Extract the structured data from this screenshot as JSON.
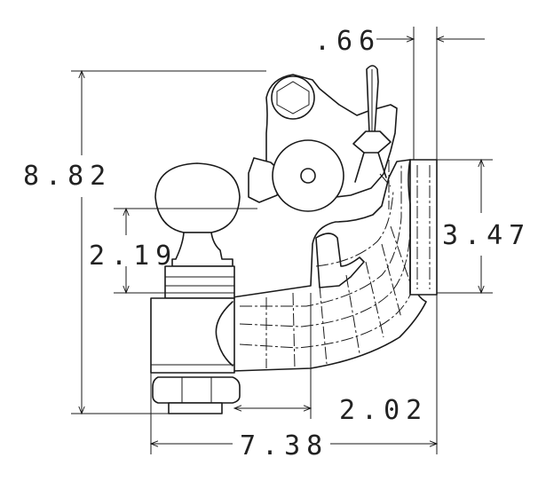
{
  "drawing": {
    "dimensions": [
      {
        "id": "top-offset",
        "label": ".66"
      },
      {
        "id": "overall-height",
        "label": "8.82"
      },
      {
        "id": "ball-height",
        "label": "2.19"
      },
      {
        "id": "coupler-opening",
        "label": "3.47"
      },
      {
        "id": "shank-offset",
        "label": "2.02"
      },
      {
        "id": "overall-length",
        "label": "7.38"
      }
    ]
  }
}
